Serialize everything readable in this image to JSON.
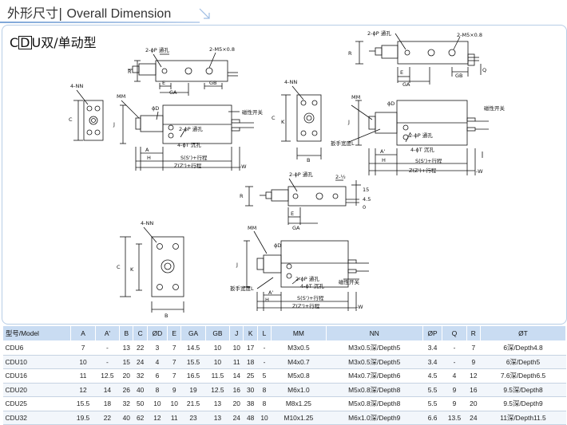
{
  "header": {
    "title_cn": "外形尺寸",
    "separator": "|",
    "title_en": "Overall Dimension"
  },
  "model_title": {
    "prefix": "C",
    "boxed": "D",
    "suffix": "U双/单动型"
  },
  "drawing_labels": {
    "two_m5": "2-M5×0.8",
    "two_phiP": "2-ϕP 通孔",
    "four_phiT": "4-ϕT 沉孔",
    "four_NN": "4-NN",
    "MM": "MM",
    "R": "R",
    "E": "E",
    "GA": "GA",
    "GB": "GB",
    "J": "J",
    "phiD": "ϕD",
    "C": "C",
    "K": "K",
    "B": "B",
    "A": "A",
    "H": "H",
    "Q": "Q",
    "S_stroke": "S(S')+行程",
    "Z_stroke": "Z(Z')+行程",
    "W": "W",
    "magnetic_switch": "磁性开关",
    "wrench_width": "扳手宽度L",
    "two_half": "2-½",
    "dim_15": "15",
    "dim_45": "4.5",
    "zero": "0"
  },
  "table": {
    "headers": [
      "型号/Model",
      "A",
      "A'",
      "B",
      "C",
      "ØD",
      "E",
      "GA",
      "GB",
      "J",
      "K",
      "L",
      "MM",
      "NN",
      "ØP",
      "Q",
      "R",
      "ØT"
    ],
    "rows": [
      [
        "CDU6",
        "7",
        "-",
        "13",
        "22",
        "3",
        "7",
        "14.5",
        "10",
        "10",
        "17",
        "-",
        "M3x0.5",
        "M3x0.5深/Depth5",
        "3.4",
        "-",
        "7",
        "6深/Depth4.8"
      ],
      [
        "CDU10",
        "10",
        "-",
        "15",
        "24",
        "4",
        "7",
        "15.5",
        "10",
        "11",
        "18",
        "-",
        "M4x0.7",
        "M3x0.5深/Depth5",
        "3.4",
        "-",
        "9",
        "6深/Depth5"
      ],
      [
        "CDU16",
        "11",
        "12.5",
        "20",
        "32",
        "6",
        "7",
        "16.5",
        "11.5",
        "14",
        "25",
        "5",
        "M5x0.8",
        "M4x0.7深/Depth6",
        "4.5",
        "4",
        "12",
        "7.6深/Depth6.5"
      ],
      [
        "CDU20",
        "12",
        "14",
        "26",
        "40",
        "8",
        "9",
        "19",
        "12.5",
        "16",
        "30",
        "8",
        "M6x1.0",
        "M5x0.8深/Depth8",
        "5.5",
        "9",
        "16",
        "9.5深/Depth8"
      ],
      [
        "CDU25",
        "15.5",
        "18",
        "32",
        "50",
        "10",
        "10",
        "21.5",
        "13",
        "20",
        "38",
        "8",
        "M8x1.25",
        "M5x0.8深/Depth8",
        "5.5",
        "9",
        "20",
        "9.5深/Depth9"
      ],
      [
        "CDU32",
        "19.5",
        "22",
        "40",
        "62",
        "12",
        "11",
        "23",
        "13",
        "24",
        "48",
        "10",
        "M10x1.25",
        "M6x1.0深/Depth9",
        "6.6",
        "13.5",
        "24",
        "11深/Depth11.5"
      ]
    ]
  }
}
